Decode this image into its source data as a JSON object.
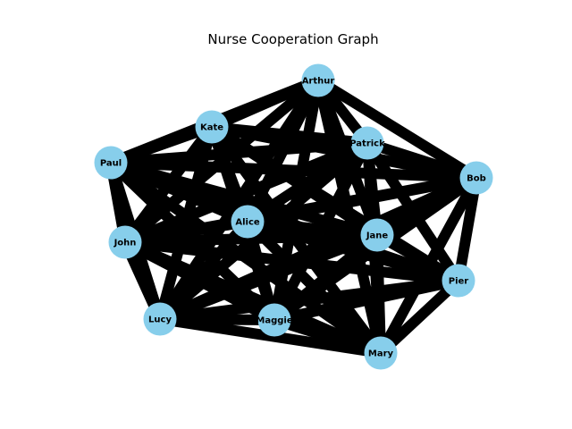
{
  "title": "Nurse Cooperation Graph",
  "colors": {
    "node_fill": "#87ceeb",
    "edge": "#000000",
    "background": "#ffffff"
  },
  "graph": {
    "nodes": [
      {
        "id": "Arthur",
        "label": "Arthur"
      },
      {
        "id": "Kate",
        "label": "Kate"
      },
      {
        "id": "Patrick",
        "label": "Patrick"
      },
      {
        "id": "Paul",
        "label": "Paul"
      },
      {
        "id": "Bob",
        "label": "Bob"
      },
      {
        "id": "Alice",
        "label": "Alice"
      },
      {
        "id": "Jane",
        "label": "Jane"
      },
      {
        "id": "John",
        "label": "John"
      },
      {
        "id": "Pier",
        "label": "Pier"
      },
      {
        "id": "Lucy",
        "label": "Lucy"
      },
      {
        "id": "Maggie",
        "label": "Maggie"
      },
      {
        "id": "Mary",
        "label": "Mary"
      }
    ],
    "edges": [
      [
        "Arthur",
        "Kate"
      ],
      [
        "Arthur",
        "Patrick"
      ],
      [
        "Arthur",
        "Paul"
      ],
      [
        "Arthur",
        "Bob"
      ],
      [
        "Arthur",
        "Alice"
      ],
      [
        "Arthur",
        "Jane"
      ],
      [
        "Arthur",
        "John"
      ],
      [
        "Arthur",
        "Lucy"
      ],
      [
        "Arthur",
        "Maggie"
      ],
      [
        "Arthur",
        "Mary"
      ],
      [
        "Kate",
        "Patrick"
      ],
      [
        "Kate",
        "Paul"
      ],
      [
        "Kate",
        "Bob"
      ],
      [
        "Kate",
        "Alice"
      ],
      [
        "Kate",
        "Jane"
      ],
      [
        "Kate",
        "John"
      ],
      [
        "Kate",
        "Lucy"
      ],
      [
        "Kate",
        "Maggie"
      ],
      [
        "Kate",
        "Mary"
      ],
      [
        "Kate",
        "Pier"
      ],
      [
        "Patrick",
        "Paul"
      ],
      [
        "Patrick",
        "Bob"
      ],
      [
        "Patrick",
        "Alice"
      ],
      [
        "Patrick",
        "Jane"
      ],
      [
        "Patrick",
        "John"
      ],
      [
        "Patrick",
        "Pier"
      ],
      [
        "Patrick",
        "Lucy"
      ],
      [
        "Patrick",
        "Maggie"
      ],
      [
        "Patrick",
        "Mary"
      ],
      [
        "Paul",
        "Bob"
      ],
      [
        "Paul",
        "Alice"
      ],
      [
        "Paul",
        "Jane"
      ],
      [
        "Paul",
        "John"
      ],
      [
        "Paul",
        "Pier"
      ],
      [
        "Paul",
        "Lucy"
      ],
      [
        "Paul",
        "Maggie"
      ],
      [
        "Paul",
        "Mary"
      ],
      [
        "Bob",
        "Alice"
      ],
      [
        "Bob",
        "Jane"
      ],
      [
        "Bob",
        "John"
      ],
      [
        "Bob",
        "Pier"
      ],
      [
        "Bob",
        "Lucy"
      ],
      [
        "Bob",
        "Maggie"
      ],
      [
        "Bob",
        "Mary"
      ],
      [
        "Alice",
        "Jane"
      ],
      [
        "Alice",
        "John"
      ],
      [
        "Alice",
        "Pier"
      ],
      [
        "Alice",
        "Lucy"
      ],
      [
        "Alice",
        "Maggie"
      ],
      [
        "Alice",
        "Mary"
      ],
      [
        "Jane",
        "John"
      ],
      [
        "Jane",
        "Pier"
      ],
      [
        "Jane",
        "Lucy"
      ],
      [
        "Jane",
        "Maggie"
      ],
      [
        "Jane",
        "Mary"
      ],
      [
        "John",
        "Pier"
      ],
      [
        "John",
        "Lucy"
      ],
      [
        "John",
        "Maggie"
      ],
      [
        "John",
        "Mary"
      ],
      [
        "Pier",
        "Lucy"
      ],
      [
        "Pier",
        "Maggie"
      ],
      [
        "Pier",
        "Mary"
      ],
      [
        "Lucy",
        "Maggie"
      ],
      [
        "Lucy",
        "Mary"
      ],
      [
        "Maggie",
        "Mary"
      ]
    ]
  }
}
